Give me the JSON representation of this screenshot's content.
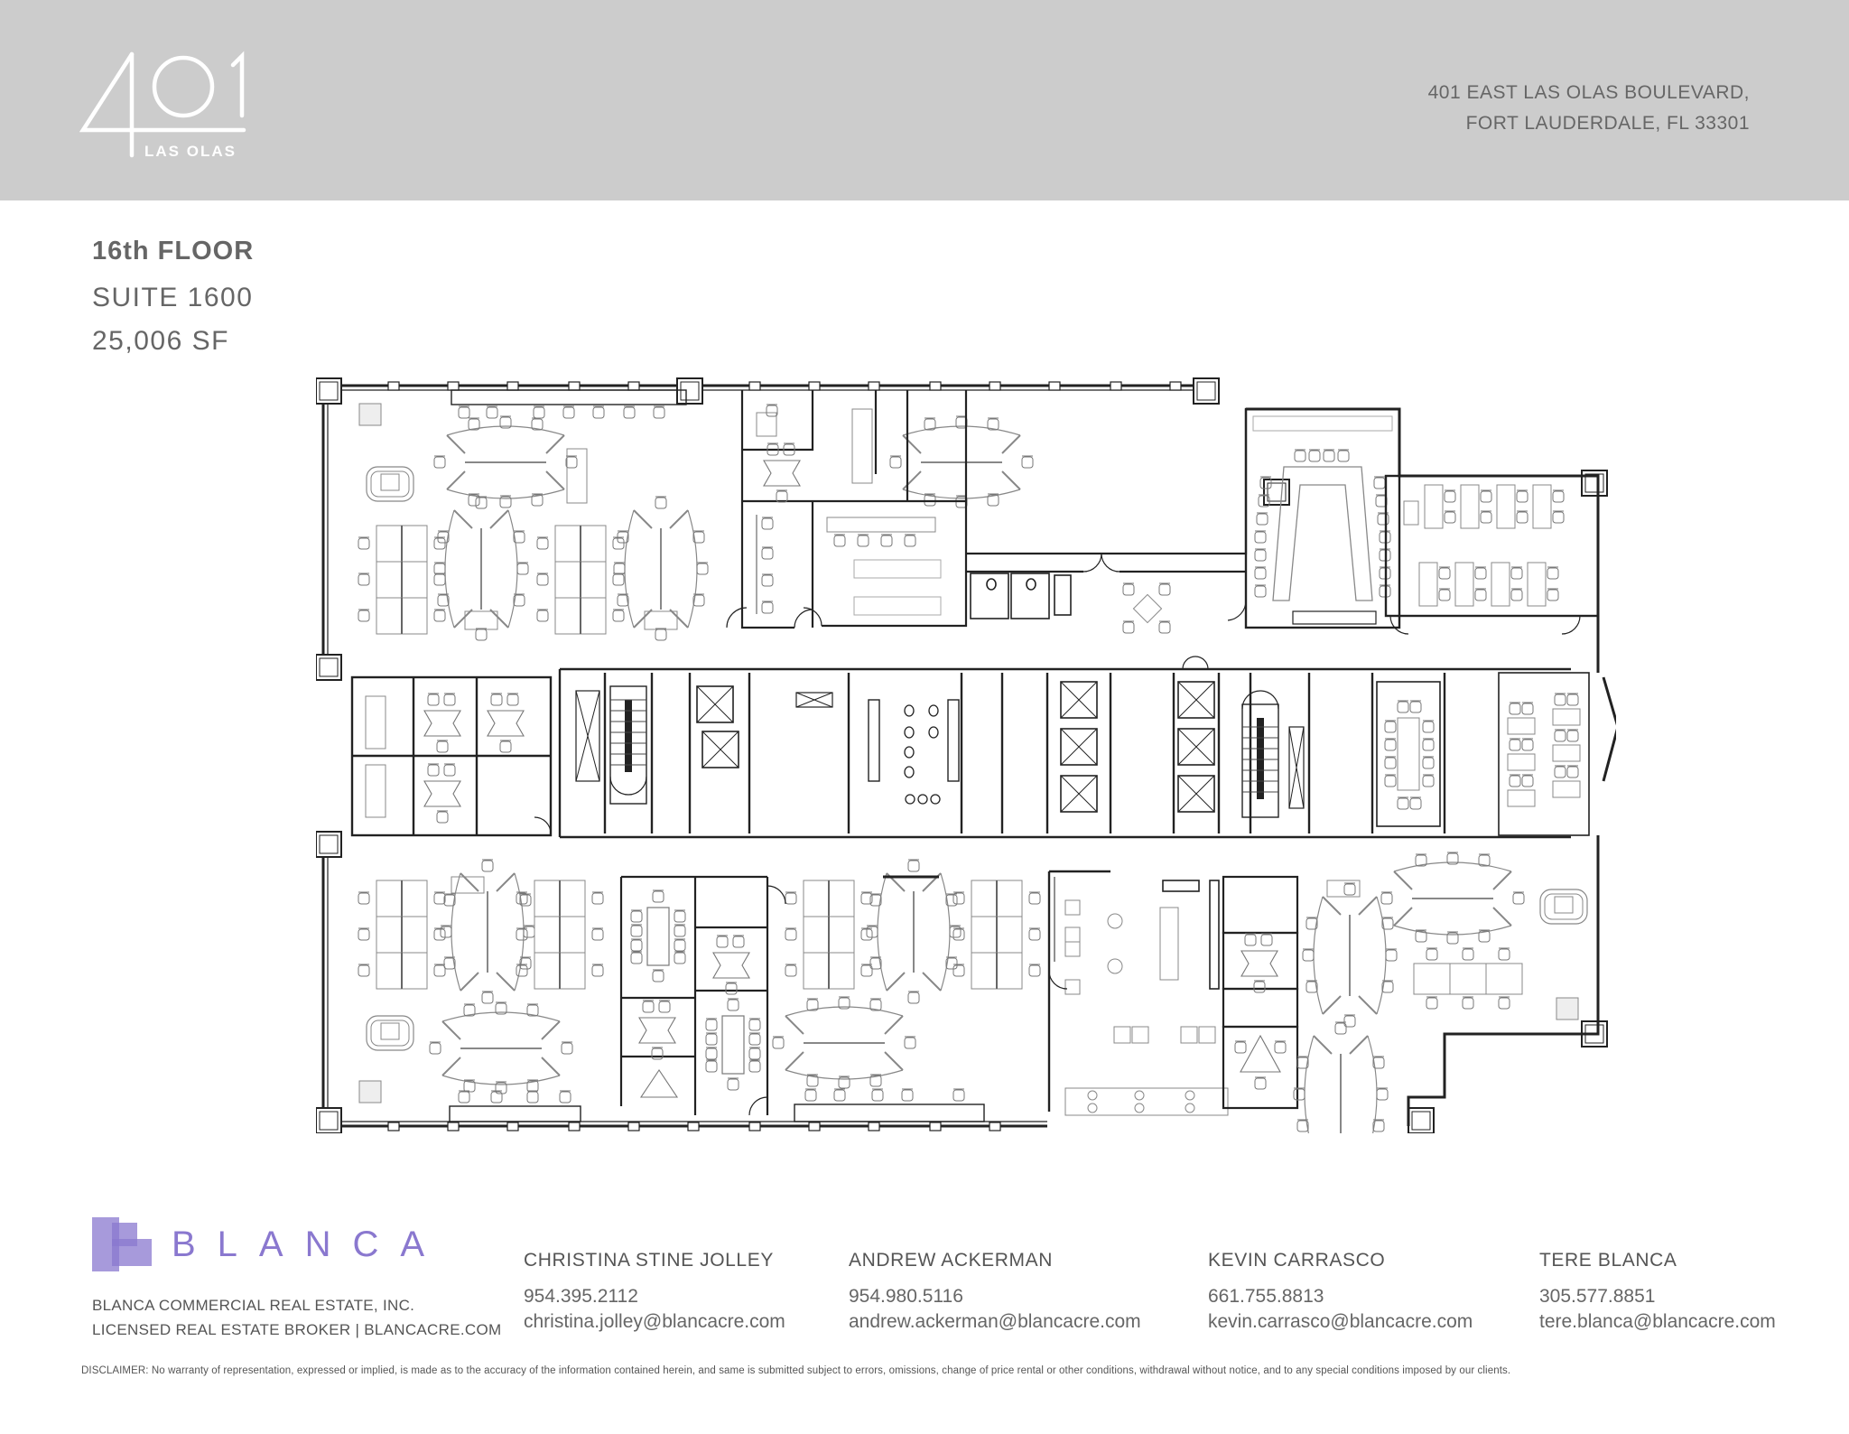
{
  "header": {
    "logo": {
      "number": "401",
      "tagline": "LAS OLAS"
    },
    "address": {
      "line1": "401 EAST LAS OLAS BOULEVARD,",
      "line2": "FORT LAUDERDALE, FL 33301"
    },
    "background_color": "#cccccc"
  },
  "floor": {
    "title": "16th FLOOR",
    "suite": "SUITE 1600",
    "area": "25,006 SF"
  },
  "floorplan": {
    "description": "Architectural floor plan of Suite 1600 showing open workstation areas, private offices, conference rooms, elevator core, stairs, restrooms and break room",
    "zones": [
      "open-office-northwest",
      "private-offices-north",
      "reception-lobby",
      "boardroom-u-shape",
      "training-room-northeast",
      "elevator-core",
      "restrooms",
      "stairwells",
      "conference-rooms-center",
      "break-room-cafe",
      "open-office-southwest",
      "open-office-south",
      "open-office-southeast"
    ]
  },
  "brand": {
    "name": "BLANCA",
    "color": "#8a78cf",
    "company_line1": "BLANCA COMMERCIAL REAL ESTATE, INC.",
    "company_line2": "LICENSED REAL ESTATE BROKER | BLANCACRE.COM"
  },
  "contacts": [
    {
      "name": "CHRISTINA STINE JOLLEY",
      "phone": "954.395.2112",
      "email": "christina.jolley@blancacre.com"
    },
    {
      "name": "ANDREW ACKERMAN",
      "phone": "954.980.5116",
      "email": "andrew.ackerman@blancacre.com"
    },
    {
      "name": "KEVIN CARRASCO",
      "phone": "661.755.8813",
      "email": "kevin.carrasco@blancacre.com"
    },
    {
      "name": "TERE BLANCA",
      "phone": "305.577.8851",
      "email": "tere.blanca@blancacre.com"
    }
  ],
  "disclaimer": "DISCLAIMER: No warranty of representation, expressed or implied, is made as to the accuracy of the information contained herein, and same is submitted subject to errors, omissions, change of price rental or other conditions, withdrawal without notice, and to any special conditions imposed by our clients."
}
